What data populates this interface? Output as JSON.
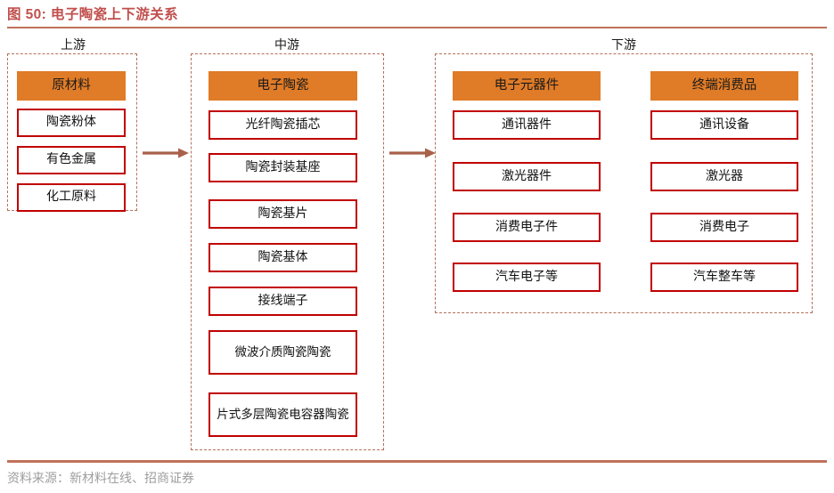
{
  "figure": {
    "title": "图 50: 电子陶瓷上下游关系",
    "source": "资料来源：新材料在线、招商证券"
  },
  "colors": {
    "title": "#C0504D",
    "rule": "#C0725A",
    "header_fill": "#E07B27",
    "item_border": "#C00000",
    "dashed_border": "#B5705A",
    "arrow": "#A9614A",
    "source_text": "#9E9E9E"
  },
  "sections": {
    "upstream": {
      "label": "上游",
      "header": "原材料",
      "items": [
        "陶瓷粉体",
        "有色金属",
        "化工原料"
      ]
    },
    "midstream": {
      "label": "中游",
      "header": "电子陶瓷",
      "items": [
        "光纤陶瓷插芯",
        "陶瓷封装基座",
        "陶瓷基片",
        "陶瓷基体",
        "接线端子",
        "微波介质陶瓷陶瓷",
        "片式多层陶瓷电容器陶瓷"
      ]
    },
    "downstream": {
      "label": "下游",
      "columns": [
        {
          "header": "电子元器件",
          "items": [
            "通讯器件",
            "激光器件",
            "消费电子件",
            "汽车电子等"
          ]
        },
        {
          "header": "终端消费品",
          "items": [
            "通讯设备",
            "激光器",
            "消费电子",
            "汽车整车等"
          ]
        }
      ]
    }
  },
  "arrows": [
    {
      "name": "upstream-to-midstream"
    },
    {
      "name": "midstream-to-downstream"
    }
  ]
}
